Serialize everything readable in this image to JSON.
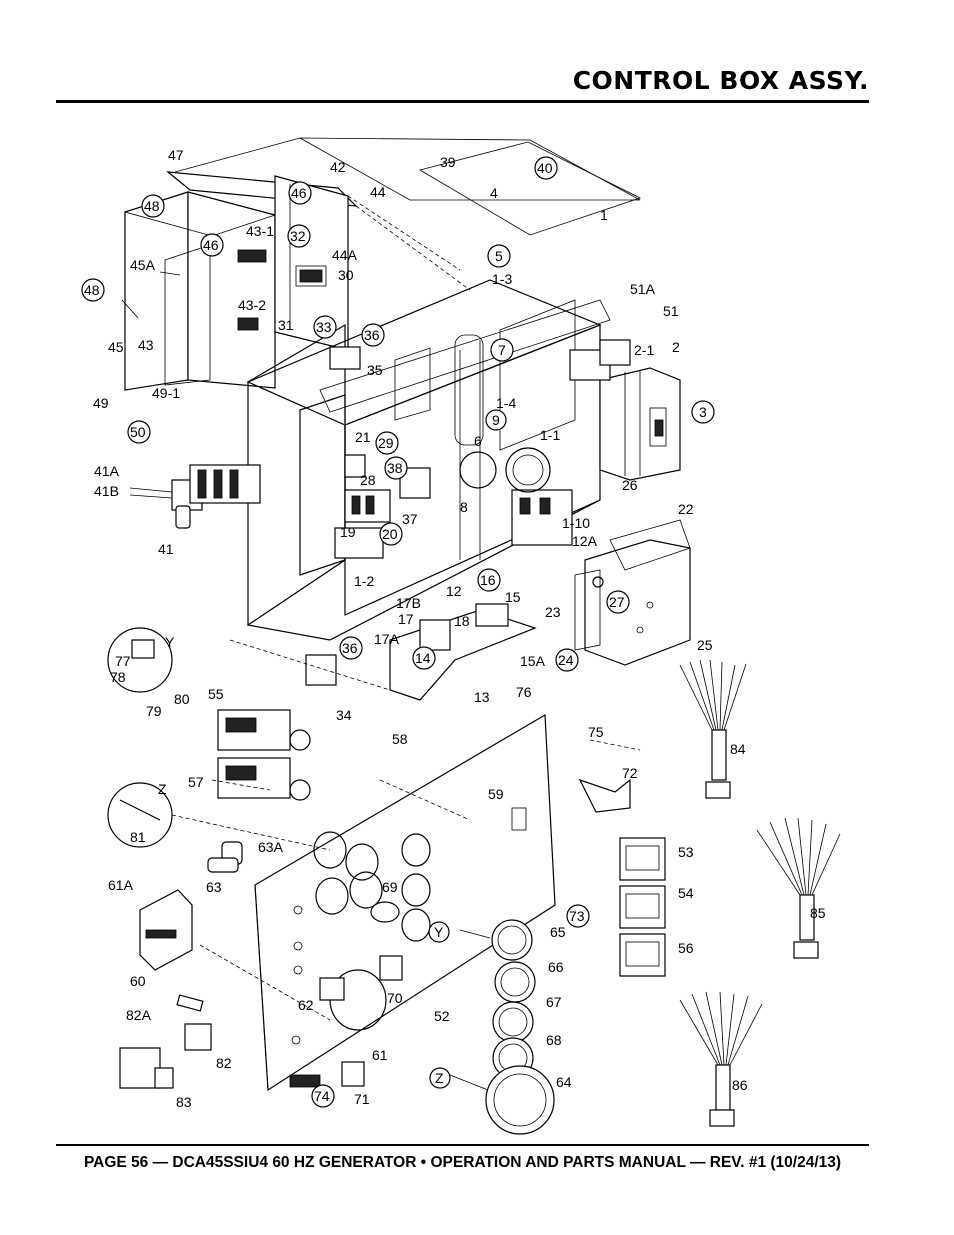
{
  "header": {
    "title": "CONTROL BOX ASSY."
  },
  "footer": {
    "text": "PAGE 56 — DCA45SSIU4 60 HZ GENERATOR • OPERATION AND PARTS MANUAL — REV. #1 (10/24/13)"
  },
  "callouts": [
    {
      "id": "c47",
      "text": "47",
      "circled": false
    },
    {
      "id": "c42",
      "text": "42",
      "circled": false
    },
    {
      "id": "c39",
      "text": "39",
      "circled": false
    },
    {
      "id": "c40",
      "text": "40",
      "circled": true
    },
    {
      "id": "c48a",
      "text": "48",
      "circled": true
    },
    {
      "id": "c46a",
      "text": "46",
      "circled": true
    },
    {
      "id": "c46b",
      "text": "46",
      "circled": true
    },
    {
      "id": "c44",
      "text": "44",
      "circled": false
    },
    {
      "id": "c4",
      "text": "4",
      "circled": false
    },
    {
      "id": "c1a",
      "text": "1",
      "circled": false
    },
    {
      "id": "c43_1",
      "text": "43-1",
      "circled": false
    },
    {
      "id": "c32",
      "text": "32",
      "circled": true
    },
    {
      "id": "c44a",
      "text": "44A",
      "circled": false
    },
    {
      "id": "c5",
      "text": "5",
      "circled": true
    },
    {
      "id": "c45a",
      "text": "45A",
      "circled": false
    },
    {
      "id": "c30",
      "text": "30",
      "circled": false
    },
    {
      "id": "c1_3",
      "text": "1-3",
      "circled": false
    },
    {
      "id": "c48b",
      "text": "48",
      "circled": true
    },
    {
      "id": "c51a",
      "text": "51A",
      "circled": false
    },
    {
      "id": "c43_2",
      "text": "43-2",
      "circled": false
    },
    {
      "id": "c51",
      "text": "51",
      "circled": false
    },
    {
      "id": "c31",
      "text": "31",
      "circled": false
    },
    {
      "id": "c33",
      "text": "33",
      "circled": true
    },
    {
      "id": "c45",
      "text": "45",
      "circled": false
    },
    {
      "id": "c43",
      "text": "43",
      "circled": false
    },
    {
      "id": "c36a",
      "text": "36",
      "circled": true
    },
    {
      "id": "c7",
      "text": "7",
      "circled": true
    },
    {
      "id": "c2_1",
      "text": "2-1",
      "circled": false
    },
    {
      "id": "c2",
      "text": "2",
      "circled": false
    },
    {
      "id": "c35",
      "text": "35",
      "circled": false
    },
    {
      "id": "c49_1",
      "text": "49-1",
      "circled": false
    },
    {
      "id": "c1_4",
      "text": "1-4",
      "circled": false
    },
    {
      "id": "c49",
      "text": "49",
      "circled": false
    },
    {
      "id": "c3",
      "text": "3",
      "circled": true
    },
    {
      "id": "c9",
      "text": "9",
      "circled": true
    },
    {
      "id": "c50",
      "text": "50",
      "circled": true
    },
    {
      "id": "c21",
      "text": "21",
      "circled": false
    },
    {
      "id": "c29",
      "text": "29",
      "circled": true
    },
    {
      "id": "c6",
      "text": "6",
      "circled": false
    },
    {
      "id": "c1_1",
      "text": "1-1",
      "circled": false
    },
    {
      "id": "c38",
      "text": "38",
      "circled": true
    },
    {
      "id": "c41a",
      "text": "41A",
      "circled": false
    },
    {
      "id": "c28",
      "text": "28",
      "circled": false
    },
    {
      "id": "c41b",
      "text": "41B",
      "circled": false
    },
    {
      "id": "c26",
      "text": "26",
      "circled": false
    },
    {
      "id": "c8",
      "text": "8",
      "circled": false
    },
    {
      "id": "c22",
      "text": "22",
      "circled": false
    },
    {
      "id": "c37",
      "text": "37",
      "circled": false
    },
    {
      "id": "c10",
      "text": "1-10",
      "circled": false
    },
    {
      "id": "c20",
      "text": "20",
      "circled": true
    },
    {
      "id": "c19",
      "text": "19",
      "circled": false
    },
    {
      "id": "c12a",
      "text": "12A",
      "circled": false
    },
    {
      "id": "c41",
      "text": "41",
      "circled": false
    },
    {
      "id": "c1_2",
      "text": "1-2",
      "circled": false
    },
    {
      "id": "c12",
      "text": "12",
      "circled": false
    },
    {
      "id": "c16",
      "text": "16",
      "circled": true
    },
    {
      "id": "c15",
      "text": "15",
      "circled": false
    },
    {
      "id": "c17b",
      "text": "17B",
      "circled": false
    },
    {
      "id": "c23",
      "text": "23",
      "circled": false
    },
    {
      "id": "c27",
      "text": "27",
      "circled": true
    },
    {
      "id": "c17",
      "text": "17",
      "circled": false
    },
    {
      "id": "c18",
      "text": "18",
      "circled": false
    },
    {
      "id": "c25",
      "text": "25",
      "circled": false
    },
    {
      "id": "c17a",
      "text": "17A",
      "circled": false
    },
    {
      "id": "c36b",
      "text": "36",
      "circled": true
    },
    {
      "id": "c14",
      "text": "14",
      "circled": true
    },
    {
      "id": "c15a",
      "text": "15A",
      "circled": false
    },
    {
      "id": "c24",
      "text": "24",
      "circled": true
    },
    {
      "id": "cY1",
      "text": "Y",
      "circled": false
    },
    {
      "id": "c77",
      "text": "77",
      "circled": false
    },
    {
      "id": "c78",
      "text": "78",
      "circled": false
    },
    {
      "id": "c13",
      "text": "13",
      "circled": false
    },
    {
      "id": "c80",
      "text": "80",
      "circled": false
    },
    {
      "id": "c79",
      "text": "79",
      "circled": false
    },
    {
      "id": "c34",
      "text": "34",
      "circled": false
    },
    {
      "id": "c55",
      "text": "55",
      "circled": false
    },
    {
      "id": "c76",
      "text": "76",
      "circled": false
    },
    {
      "id": "c84",
      "text": "84",
      "circled": false
    },
    {
      "id": "c58",
      "text": "58",
      "circled": false
    },
    {
      "id": "c75",
      "text": "75",
      "circled": false
    },
    {
      "id": "c57",
      "text": "57",
      "circled": false
    },
    {
      "id": "c72",
      "text": "72",
      "circled": false
    },
    {
      "id": "cZ1",
      "text": "Z",
      "circled": false
    },
    {
      "id": "c59",
      "text": "59",
      "circled": false
    },
    {
      "id": "c81",
      "text": "81",
      "circled": false
    },
    {
      "id": "c63a",
      "text": "63A",
      "circled": false
    },
    {
      "id": "c53",
      "text": "53",
      "circled": false
    },
    {
      "id": "c63",
      "text": "63",
      "circled": false
    },
    {
      "id": "c85",
      "text": "85",
      "circled": false
    },
    {
      "id": "c61a",
      "text": "61A",
      "circled": false
    },
    {
      "id": "c69",
      "text": "69",
      "circled": false
    },
    {
      "id": "c54",
      "text": "54",
      "circled": false
    },
    {
      "id": "c73",
      "text": "73",
      "circled": true
    },
    {
      "id": "cY2",
      "text": "Y",
      "circled": true
    },
    {
      "id": "c65",
      "text": "65",
      "circled": false
    },
    {
      "id": "c56",
      "text": "56",
      "circled": false
    },
    {
      "id": "c60",
      "text": "60",
      "circled": false
    },
    {
      "id": "c66",
      "text": "66",
      "circled": false
    },
    {
      "id": "c70",
      "text": "70",
      "circled": false
    },
    {
      "id": "c62",
      "text": "62",
      "circled": false
    },
    {
      "id": "c67",
      "text": "67",
      "circled": false
    },
    {
      "id": "c52",
      "text": "52",
      "circled": false
    },
    {
      "id": "c82a",
      "text": "82A",
      "circled": false
    },
    {
      "id": "c68",
      "text": "68",
      "circled": false
    },
    {
      "id": "c61",
      "text": "61",
      "circled": false
    },
    {
      "id": "c82",
      "text": "82",
      "circled": false
    },
    {
      "id": "cZ2",
      "text": "Z",
      "circled": true
    },
    {
      "id": "c64",
      "text": "64",
      "circled": false
    },
    {
      "id": "c86",
      "text": "86",
      "circled": false
    },
    {
      "id": "c83",
      "text": "83",
      "circled": false
    },
    {
      "id": "c74",
      "text": "74",
      "circled": true
    },
    {
      "id": "c71",
      "text": "71",
      "circled": false
    }
  ]
}
